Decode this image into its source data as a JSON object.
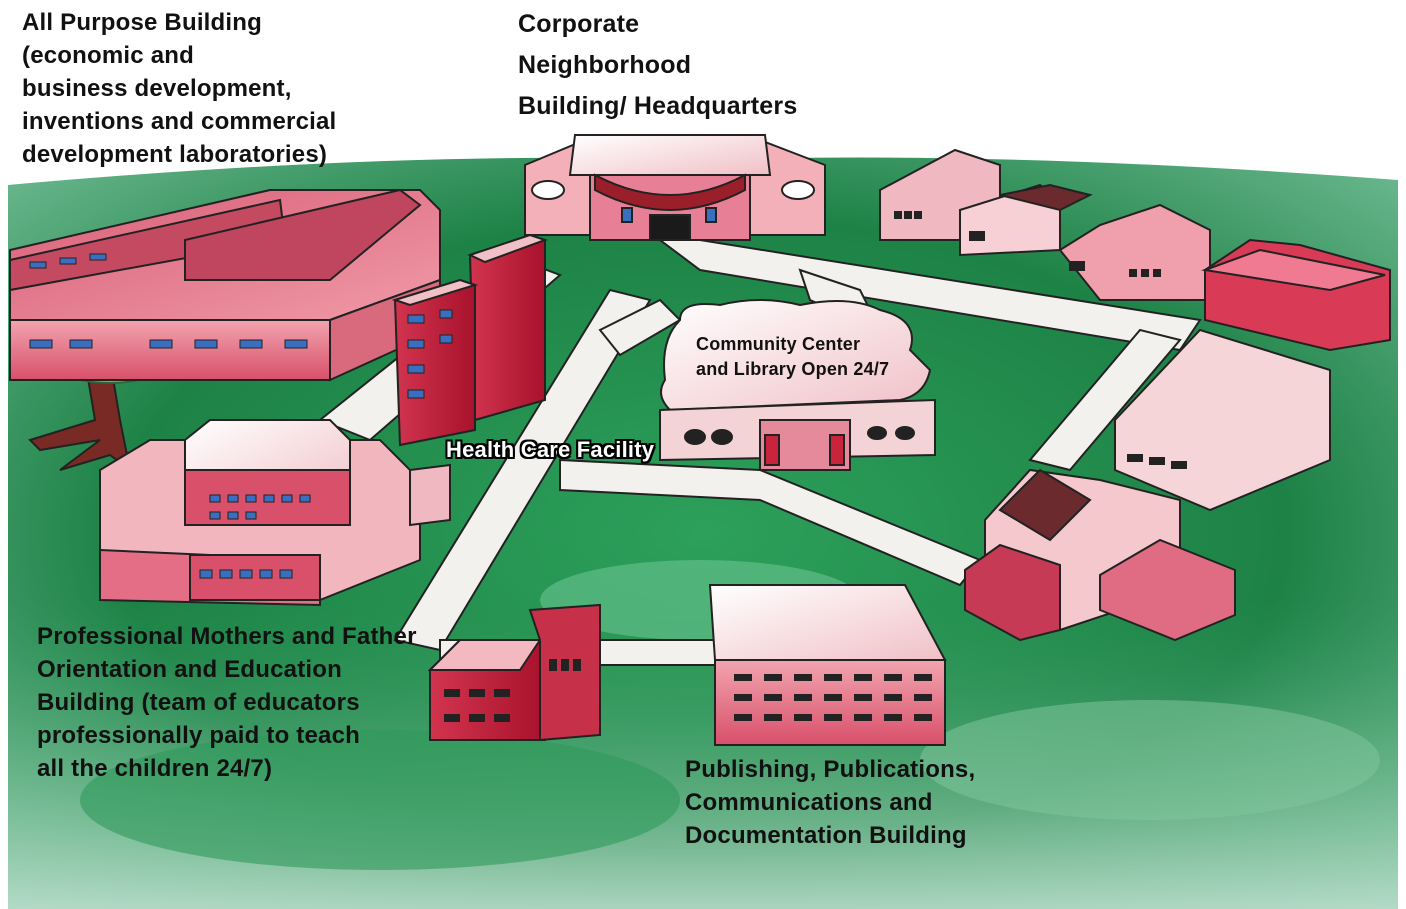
{
  "labels": {
    "all_purpose": [
      "All Purpose Building",
      "(economic and",
      "business development,",
      "inventions and commercial",
      "development laboratories)"
    ],
    "corporate": [
      "Corporate",
      "Neighborhood",
      "Building/ Headquarters"
    ],
    "community": [
      "Community Center",
      "and Library Open 24/7"
    ],
    "health": "Health Care Facility",
    "mothers": [
      "Professional Mothers and Father",
      "Orientation and Education",
      "Building (team of educators",
      "professionally paid to teach",
      "all the children 24/7)"
    ],
    "publishing": [
      "Publishing, Publications,",
      "Communications and",
      "Documentation Building"
    ]
  },
  "colors": {
    "grass": "#1f8a4a",
    "grass_light": "#5fc48a",
    "road": "#f3f1ee",
    "building_pink": "#e07088",
    "building_red": "#c8243c",
    "roof_light": "#f4d8d8",
    "window_blue": "#3a6fc0"
  }
}
